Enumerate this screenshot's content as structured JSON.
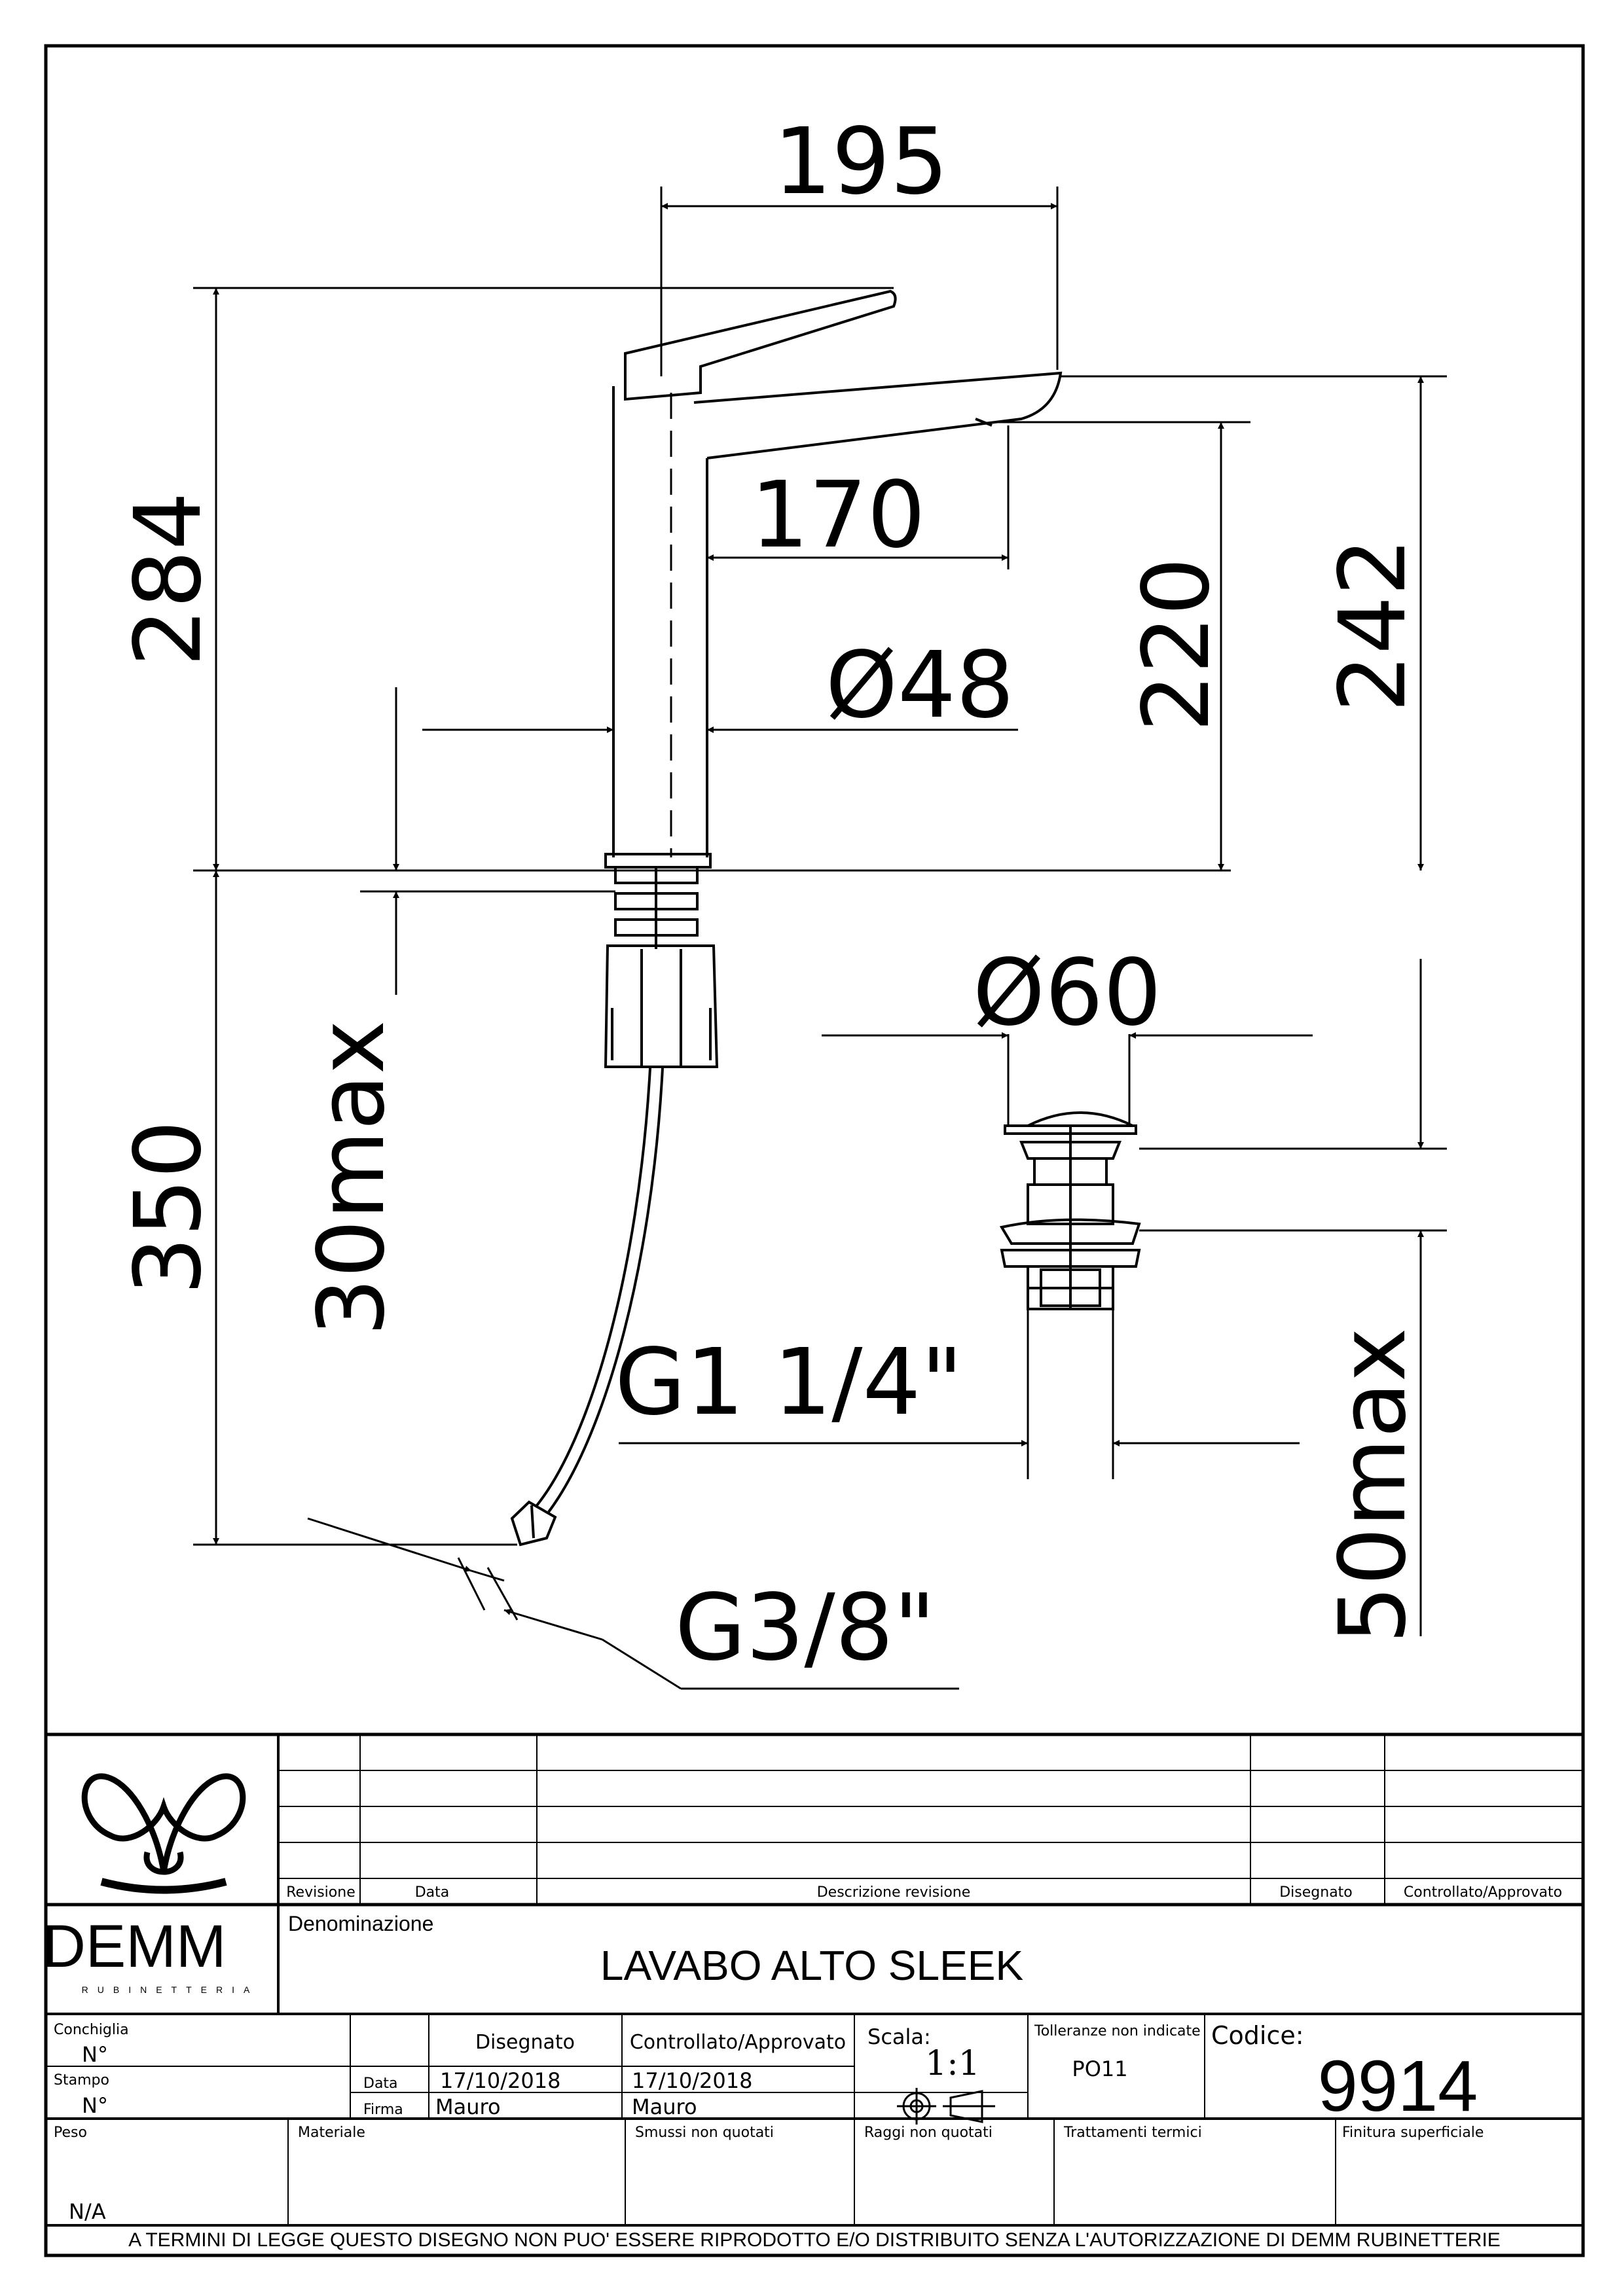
{
  "drawing": {
    "dims": {
      "width_total": "195",
      "spout_reach": "170",
      "body_diameter": "Ø48",
      "height_total": "284",
      "height_spout_outlet": "220",
      "height_spout_top": "242",
      "deck_thickness": "30max",
      "hose_length": "350",
      "drain_diameter": "Ø60",
      "drain_thread": "G1 1/4\"",
      "drain_deck": "50max",
      "hose_thread": "G3/8\""
    }
  },
  "title_block": {
    "logo_text": "DEMM",
    "logo_subtext": "RUBINETTERIA",
    "revision_headers": {
      "revisione": "Revisione",
      "data": "Data",
      "descrizione": "Descrizione revisione",
      "disegnato": "Disegnato",
      "controllato": "Controllato/Approvato"
    },
    "denominazione_label": "Denominazione",
    "denominazione_value": "LAVABO ALTO SLEEK",
    "conchiglia_label": "Conchiglia",
    "conchiglia_value": "N°",
    "stampo_label": "Stampo",
    "stampo_value": "N°",
    "disegnato_label": "Disegnato",
    "controllato_label": "Controllato/Approvato",
    "data_label": "Data",
    "firma_label": "Firma",
    "data_disegnato": "17/10/2018",
    "data_controllato": "17/10/2018",
    "firma_disegnato": "Mauro",
    "firma_controllato": "Mauro",
    "scala_label": "Scala:",
    "scala_value": "1:1",
    "tolleranze_label": "Tolleranze non indicate",
    "tolleranze_value": "PO11",
    "codice_label": "Codice:",
    "codice_value": "9914",
    "peso_label": "Peso",
    "peso_value": "N/A",
    "materiale_label": "Materiale",
    "smussi_label": "Smussi non quotati",
    "raggi_label": "Raggi non quotati",
    "trattamenti_label": "Trattamenti termici",
    "finitura_label": "Finitura superficiale",
    "footer_notice": "A TERMINI DI LEGGE QUESTO DISEGNO NON PUO' ESSERE RIPRODOTTO E/O DISTRIBUITO SENZA L'AUTORIZZAZIONE DI DEMM RUBINETTERIE"
  }
}
